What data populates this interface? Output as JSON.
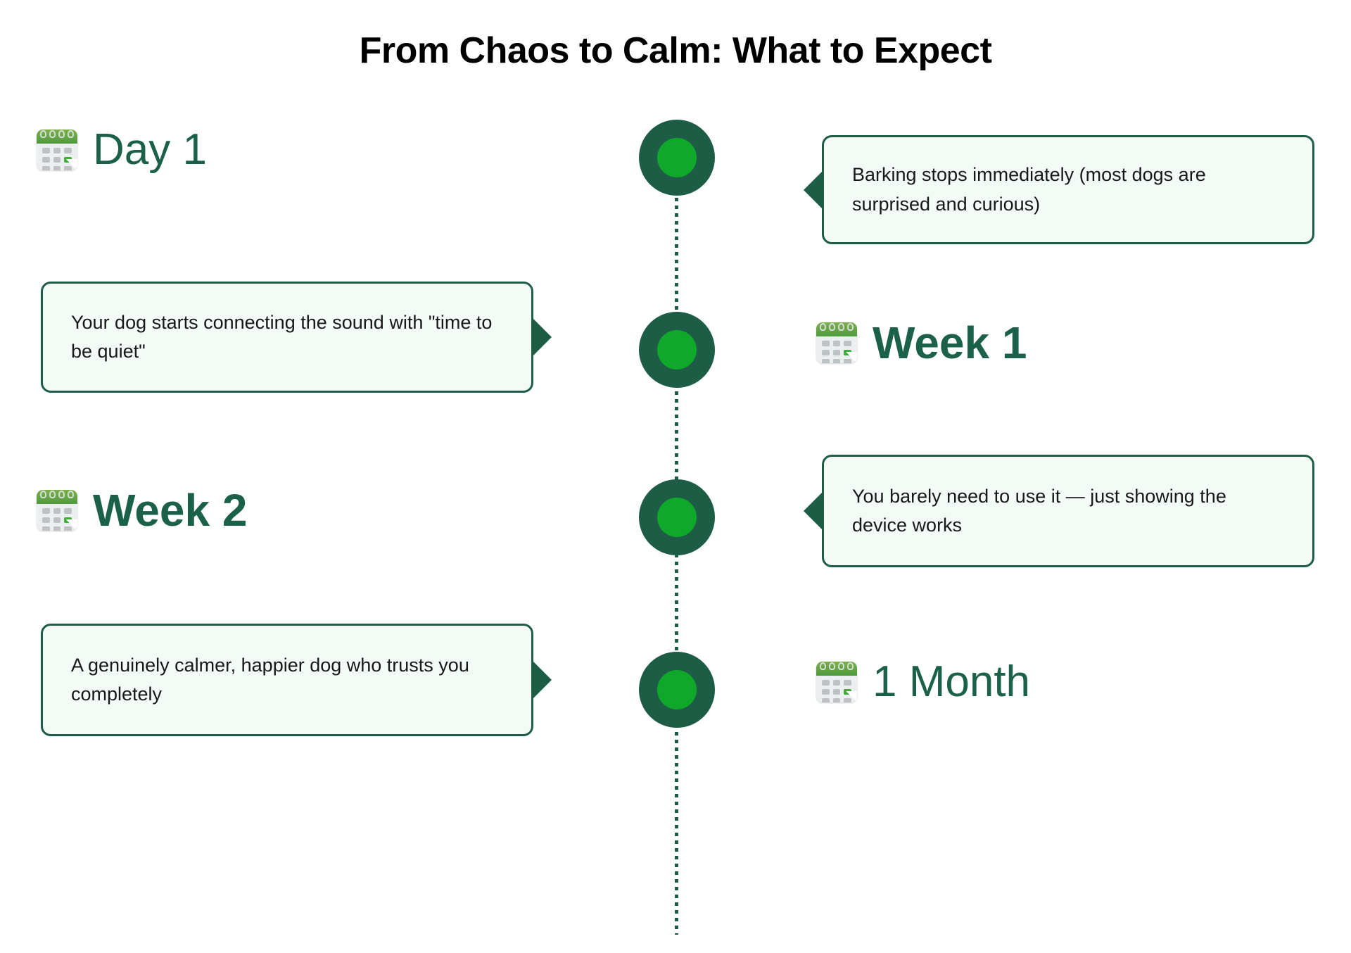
{
  "header": {
    "title": "From Chaos to Calm: What to Expect"
  },
  "colors": {
    "node_ring": "#1d5c45",
    "node_center": "#0fa82a",
    "label_green": "#1b6048",
    "callout_fill": "#f4faf5",
    "callout_border": "#1d5c45",
    "title_color": "#000000",
    "body_text": "#17181a",
    "background": "#ffffff"
  },
  "timeline": {
    "connector_style": "dotted",
    "icon": "calendar-icon",
    "milestones": [
      {
        "label": "Day 1",
        "label_side": "left",
        "label_bold": false,
        "callout_side": "right",
        "description": "Barking stops immediately (most dogs are surprised and curious)"
      },
      {
        "label": "Week 1",
        "label_side": "right",
        "label_bold": true,
        "callout_side": "left",
        "description": "Your dog starts connecting the sound with \"time to be quiet\""
      },
      {
        "label": "Week 2",
        "label_side": "left",
        "label_bold": true,
        "callout_side": "right",
        "description": "You barely need to use it — just showing the device works"
      },
      {
        "label": "1 Month",
        "label_side": "right",
        "label_bold": false,
        "callout_side": "left",
        "description": "A genuinely calmer, happier dog who trusts you completely"
      }
    ]
  }
}
